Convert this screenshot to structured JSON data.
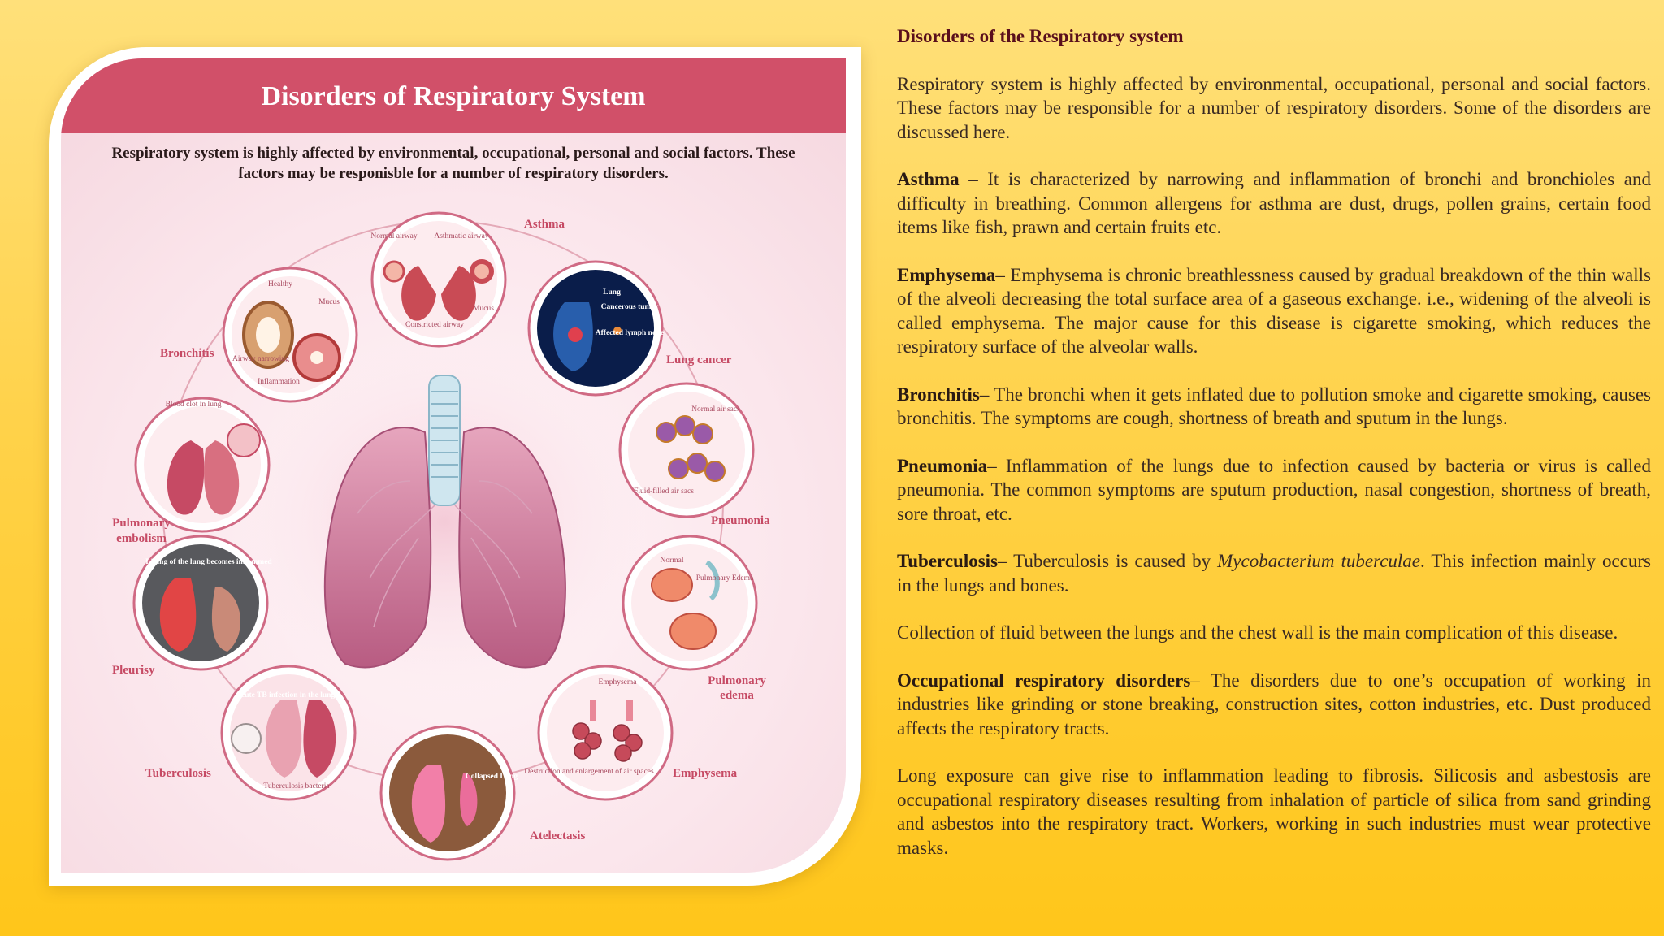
{
  "poster": {
    "title": "Disorders of Respiratory System",
    "subtitle": "Respiratory system is highly affected by environmental, occupational, personal and social factors. These factors may be responisble for a number of respiratory disorders.",
    "labels": {
      "asthma": "Asthma",
      "bronchitis": "Bronchitis",
      "lung_cancer": "Lung cancer",
      "pneumonia": "Pneumonia",
      "pulmonary_embolism_1": "Pulmonary",
      "pulmonary_embolism_2": "embolism",
      "pleurisy": "Pleurisy",
      "pulmonary_edema_1": "Pulmonary",
      "pulmonary_edema_2": "edema",
      "tuberculosis": "Tuberculosis",
      "emphysema": "Emphysema",
      "atelectasis": "Atelectasis"
    },
    "callouts": {
      "normal_airway": "Normal airway",
      "asthmatic_airway": "Asthmatic airway",
      "mucus": "Mucus",
      "constricted_airway": "Constricted airway",
      "healthy": "Healthy",
      "mucus2": "Mucus",
      "airway_narrowing": "Airway narrowing",
      "inflammation": "Inflammation",
      "lung": "Lung",
      "cancerous_tumor": "Cancerous tumor",
      "affected_lymph_node": "Affected lymph node",
      "normal_air_sacs": "Normal air sacs",
      "fluid_filled_air_sacs": "Fluid-filled air sacs",
      "blood_clot": "Blood clot in lung",
      "lining_inflamed": "Lining of the lung becomes inflammed",
      "normal": "Normal",
      "pulmonary_edema_c": "Pulmonary Edema",
      "acute_tb": "Acute TB infection in the lungs",
      "tuberculosis_bacteria": "Tuberculosis bacteria",
      "collapsed_lung": "Collapsed Lung",
      "emphysema_c": "Emphysema",
      "destruction": "Destruction and enlargement of air spaces"
    }
  },
  "article": {
    "heading": "Disorders of the Respiratory system",
    "intro": "Respiratory system is highly affected by environmental, occupational, personal and social factors. These factors may be responsible for a number of respiratory disorders. Some of the disorders are discussed here.",
    "asthma_term": "Asthma",
    "asthma_text": " – It is characterized by narrowing and inflammation of bronchi and bronchioles and difficulty in breathing. Common allergens for asthma are dust, drugs, pollen grains, certain food items like fish, prawn and certain fruits etc.",
    "emphysema_term": "Emphysema",
    "emphysema_text": "– Emphysema is chronic breathlessness caused by gradual breakdown of the thin walls of the alveoli decreasing the total surface area of a gaseous exchange. i.e., widening of the alveoli is called emphysema. The major cause for this disease is cigarette smoking, which reduces the respiratory surface of the alveolar walls.",
    "bronchitis_term": "Bronchitis",
    "bronchitis_text": "– The bronchi when it gets inflated due to pollution smoke and cigarette smoking, causes bronchitis. The symptoms are cough, shortness of breath and sputum in the lungs.",
    "pneumonia_term": "Pneumonia",
    "pneumonia_text": "– Inflammation of the lungs due to infection caused by bacteria or virus is called pneumonia. The common symptoms are sputum production, nasal congestion, shortness of breath, sore throat, etc.",
    "tb_term": "Tuberculosis",
    "tb_text_a": "– Tuberculosis is caused by ",
    "tb_italic": "Mycobacterium tuberculae",
    "tb_text_b": ". This infection mainly occurs in the lungs and bones.",
    "fluid_text": "Collection of fluid between the lungs and the chest wall is the main complication of this disease.",
    "occ_term": "Occupational respiratory disorders",
    "occ_text": "– The disorders due to one’s occupation of working in industries like grinding or stone breaking, construction sites, cotton industries, etc. Dust produced affects the respiratory tracts.",
    "exposure_text": "Long exposure can give rise to inflammation leading to fibrosis. Silicosis and asbestosis are occupational respiratory diseases resulting from inhalation of particle of silica from sand grinding and asbestos into the respiratory tract. Workers, working in such industries must wear protective masks."
  }
}
